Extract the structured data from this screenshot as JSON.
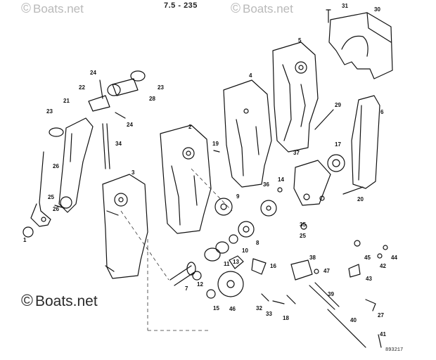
{
  "diagram": {
    "title": "7.5 - 235",
    "drawing_number": "893217",
    "watermarks": [
      "Boats.net",
      "Boats.net",
      "Boats.net"
    ],
    "callouts": [
      "1",
      "2",
      "3",
      "4",
      "5",
      "6",
      "7",
      "8",
      "9",
      "10",
      "11",
      "12",
      "13",
      "14",
      "15",
      "16",
      "17",
      "18",
      "19",
      "20",
      "21",
      "22",
      "23",
      "23",
      "24",
      "24",
      "25",
      "25",
      "26",
      "26",
      "27",
      "28",
      "29",
      "30",
      "31",
      "32",
      "33",
      "34",
      "35",
      "36",
      "37",
      "38",
      "39",
      "40",
      "41",
      "42",
      "43",
      "44",
      "45",
      "46",
      "47"
    ]
  }
}
